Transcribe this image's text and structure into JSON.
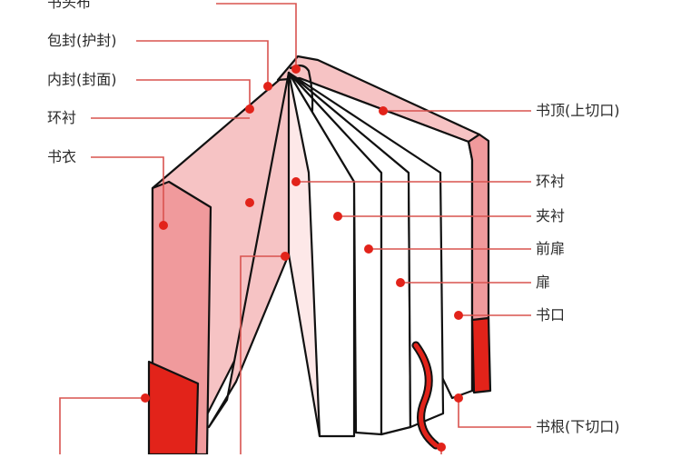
{
  "labels": {
    "headband": "书头布",
    "jacket_flap": "包封(护封)",
    "inner_cover": "内封(封面)",
    "endpaper_left": "环衬",
    "book_jacket": "书衣",
    "top_edge": "书顶(上切口)",
    "endpaper_right": "环衬",
    "interleaf": "夹衬",
    "front_title": "前扉",
    "title_page": "扉",
    "fore_edge": "书口",
    "bottom_edge": "书根(下切口)"
  },
  "colors": {
    "accent_red": "#e2231a",
    "leader_line": "#d9534f",
    "cover_pink": "#f6c3c4",
    "spine_pink": "#f09a9c",
    "outline": "#111111"
  }
}
